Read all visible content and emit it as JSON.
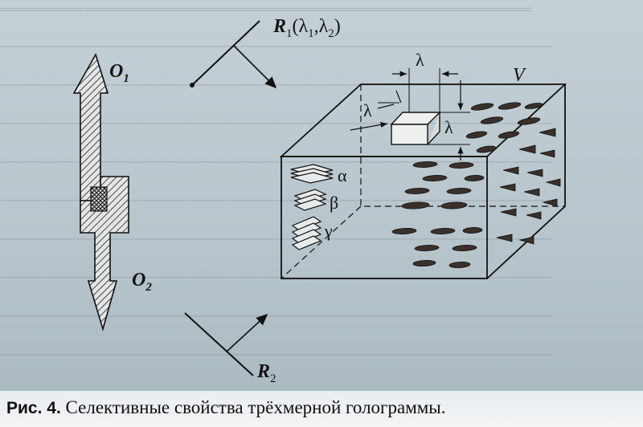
{
  "figure": {
    "labels": {
      "o1_main": "O",
      "o1_sub": "1",
      "o2_main": "O",
      "o2_sub": "2",
      "r1_main": "R",
      "r1_sub": "1",
      "r1_args": "(λ",
      "r1_args_sub1": "1",
      "r1_args_mid": ",λ",
      "r1_args_sub2": "2",
      "r1_args_end": ")",
      "r2_main": "R",
      "r2_sub": "2",
      "v": "V",
      "lambda_top": "λ",
      "lambda_left": "λ",
      "lambda_right": "λ",
      "alpha": "α",
      "beta": "β",
      "gamma": "γ"
    }
  },
  "caption": {
    "label": "Рис. 4.",
    "text": "Селективные свойства трёхмерной голограммы."
  }
}
